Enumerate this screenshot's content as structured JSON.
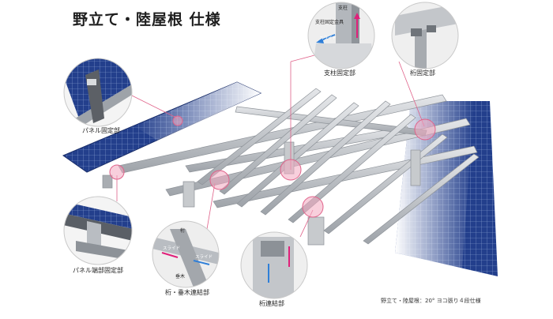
{
  "title": "野立て・陸屋根 仕様",
  "footer_spec": "野立て・陸屋根：20° ヨコ張り４段仕様",
  "callouts": {
    "panel_fix": "パネル固定部",
    "panel_edge_fix": "パネル端部固定部",
    "girder_rafter_joint": "桁・垂木連結部",
    "girder_joint": "桁連結部",
    "column_fix": "支柱固定部",
    "girder_fix": "桁固定部"
  },
  "inset_text": {
    "column": "支柱",
    "column_fixing_bracket": "支柱固定金具",
    "slide": "スライド",
    "girder": "桁",
    "rafter": "垂木"
  },
  "colors": {
    "panel_blue": "#1f3f8e",
    "frame_steel": "#b9bdc2",
    "marker_pink": "#e0628a",
    "arrow_magenta": "#e0207a",
    "arrow_blue": "#2f7fd8"
  }
}
